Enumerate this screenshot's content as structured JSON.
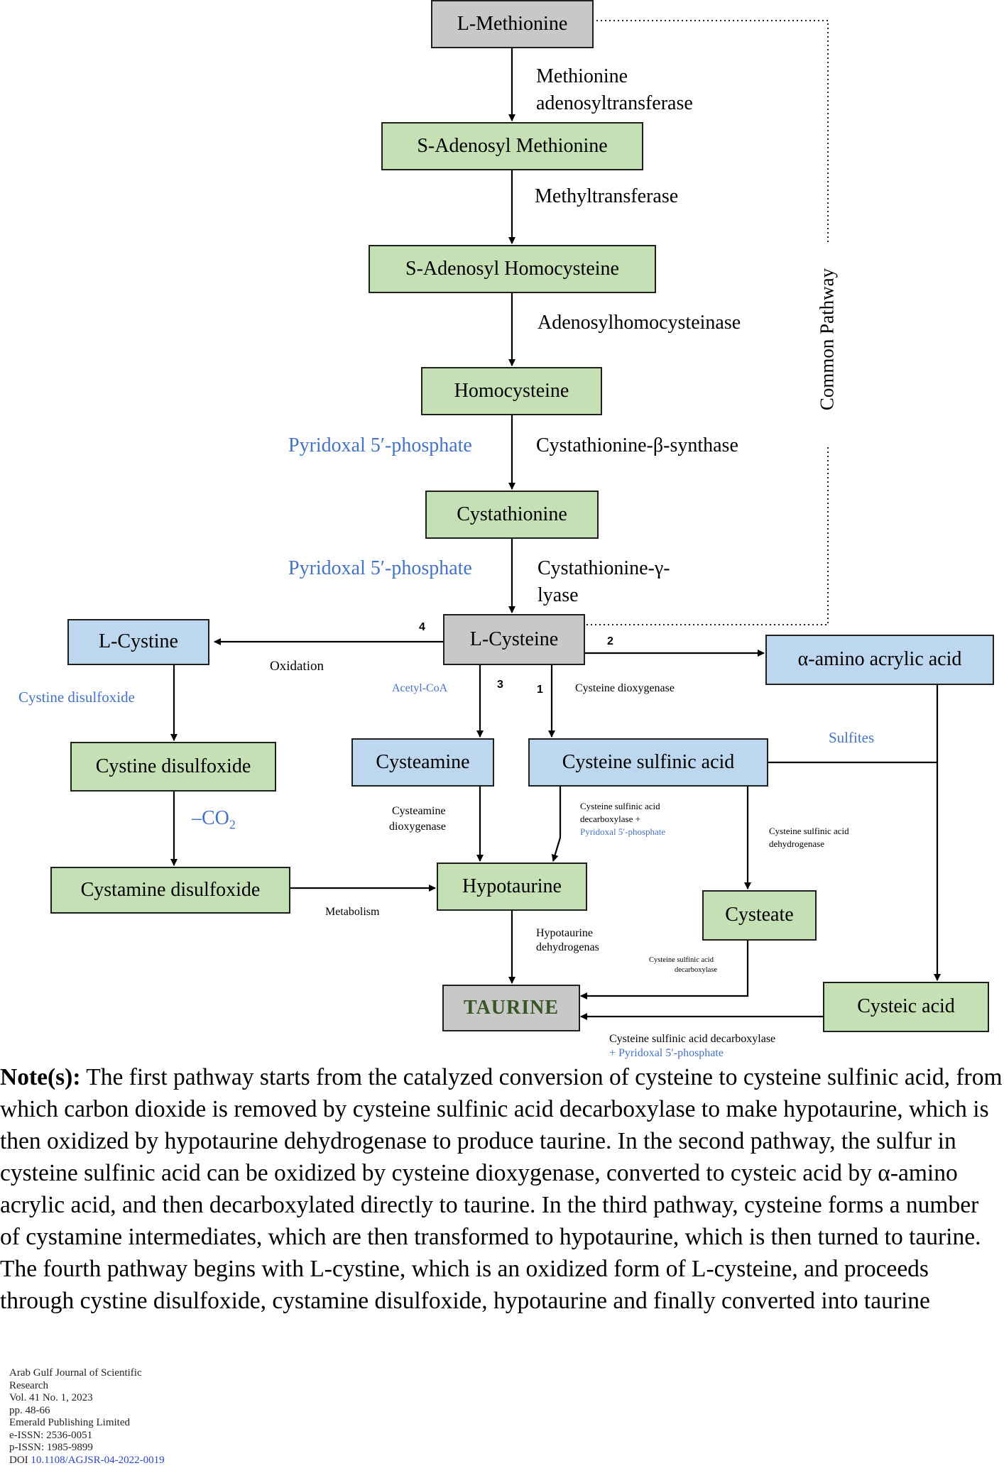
{
  "diagram": {
    "nodes": {
      "l_methionine": "L-Methionine",
      "s_adenosyl_methionine": "S-Adenosyl Methionine",
      "s_adenosyl_homocysteine": "S-Adenosyl Homocysteine",
      "homocysteine": "Homocysteine",
      "cystathionine": "Cystathionine",
      "l_cysteine": "L-Cysteine",
      "l_cystine": "L-Cystine",
      "alpha_amino_acrylic_acid": "α-amino acrylic acid",
      "cystine_disulfoxide": "Cystine disulfoxide",
      "cysteamine": "Cysteamine",
      "cysteine_sulfinic_acid": "Cysteine sulfinic acid",
      "cystamine_disulfoxide": "Cystamine disulfoxide",
      "hypotaurine": "Hypotaurine",
      "cysteate": "Cysteate",
      "taurine": "TAURINE",
      "cysteic_acid": "Cysteic acid"
    },
    "labels": {
      "methionine_adenosyltransferase_1": "Methionine",
      "methionine_adenosyltransferase_2": "adenosyltransferase",
      "methyltransferase": "Methyltransferase",
      "adenosylhomocysteinase": "Adenosylhomocysteinase",
      "pyridoxal_1": "Pyridoxal 5′-phosphate",
      "cystathionine_beta_synthase": "Cystathionine-β-synthase",
      "pyridoxal_2": "Pyridoxal 5′-phosphate",
      "cystathionine_gamma_lyase_1": "Cystathionine-γ-",
      "cystathionine_gamma_lyase_2": "lyase",
      "common_pathway": "Common Pathway",
      "oxidation": "Oxidation",
      "cystine_disulfoxide_cofactor": "Cystine disulfoxide",
      "acetyl_coa": "Acetyl-CoA",
      "cysteine_dioxygenase": "Cysteine dioxygenase",
      "sulfites": "Sulfites",
      "minus_co2": "–CO",
      "co2_subscript": "2",
      "cysteamine_dioxygenase_1": "Cysteamine",
      "cysteamine_dioxygenase_2": "dioxygenase",
      "csad_plp_1": "Cysteine sulfinic acid",
      "csad_plp_2": "decarboxylase +",
      "csad_plp_3": "Pyridoxal 5′-phosphate",
      "csa_dehydrogenase_1": "Cysteine sulfinic acid",
      "csa_dehydrogenase_2": "dehydrogenase",
      "metabolism": "Metabolism",
      "hypotaurine_dehydrogenas_1": "Hypotaurine",
      "hypotaurine_dehydrogenas_2": "dehydrogenas",
      "cysteate_decarboxylase_1": "Cysteine sulfinic acid",
      "cysteate_decarboxylase_2": "decarboxylase",
      "bottom_decarboxylase_1": "Cysteine sulfinic acid decarboxylase",
      "bottom_decarboxylase_2_plus": "+ ",
      "bottom_decarboxylase_2_plp": "Pyridoxal 5′-phosphate"
    },
    "pathway_numbers": [
      "1",
      "2",
      "3",
      "4"
    ],
    "colors": {
      "green_box": "#c5e0b4",
      "blue_box": "#bdd7ee",
      "grey_box": "#c8c8c8",
      "cofactor_text": "#4472c4",
      "taurine_text": "#375623"
    }
  },
  "note": {
    "heading": "Note(s):",
    "text": " The first pathway starts from the catalyzed conversion of cysteine to cysteine sulfinic acid, from which carbon dioxide is removed by cysteine sulfinic acid decarboxylase to make hypotaurine, which is then oxidized by hypotaurine dehydrogenase to produce taurine. In the second pathway, the sulfur in cysteine sulfinic acid can be oxidized by cysteine dioxygenase, converted to cysteic acid by α-amino acrylic acid, and then decarboxylated directly to taurine. In the third pathway, cysteine forms a number of cystamine intermediates, which are then transformed to hypotaurine, which is then turned to taurine. The fourth pathway begins with L-cystine, which is an oxidized form of L-cysteine, and proceeds through cystine disulfoxide, cystamine disulfoxide, hypotaurine and finally converted into taurine"
  },
  "publication": {
    "journal_1": "Arab Gulf Journal of Scientific",
    "journal_2": "Research",
    "volume": "Vol. 41 No. 1, 2023",
    "pages": "pp. 48-66",
    "publisher": "Emerald Publishing Limited",
    "eissn": "e-ISSN: 2536-0051",
    "pissn": "p-ISSN: 1985-9899",
    "doi_prefix": "DOI ",
    "doi": "10.1108/AGJSR-04-2022-0019"
  }
}
